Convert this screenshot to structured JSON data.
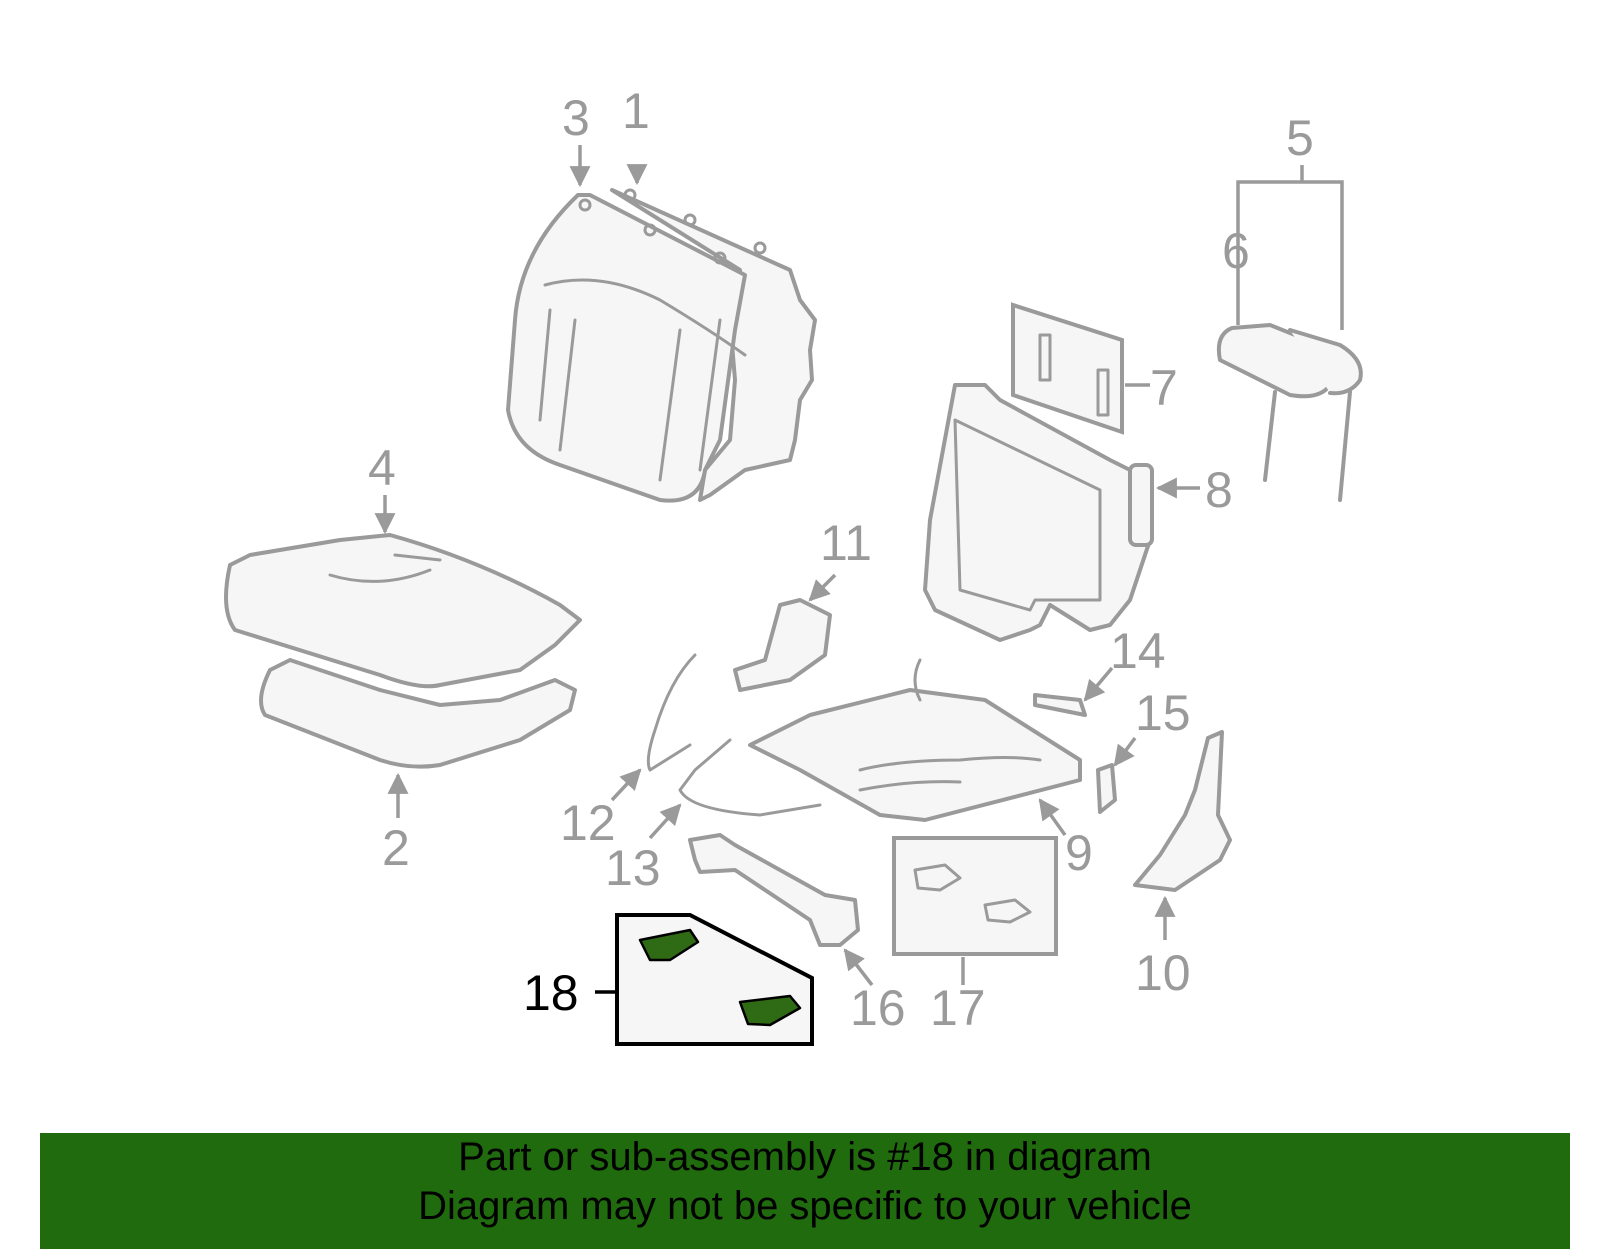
{
  "diagram": {
    "callouts": [
      {
        "id": "1",
        "label": "1"
      },
      {
        "id": "2",
        "label": "2"
      },
      {
        "id": "3",
        "label": "3"
      },
      {
        "id": "4",
        "label": "4"
      },
      {
        "id": "5",
        "label": "5"
      },
      {
        "id": "6",
        "label": "6"
      },
      {
        "id": "7",
        "label": "7"
      },
      {
        "id": "8",
        "label": "8"
      },
      {
        "id": "9",
        "label": "9"
      },
      {
        "id": "10",
        "label": "10"
      },
      {
        "id": "11",
        "label": "11"
      },
      {
        "id": "12",
        "label": "12"
      },
      {
        "id": "13",
        "label": "13"
      },
      {
        "id": "14",
        "label": "14"
      },
      {
        "id": "15",
        "label": "15"
      },
      {
        "id": "16",
        "label": "16"
      },
      {
        "id": "17",
        "label": "17"
      },
      {
        "id": "18",
        "label": "18",
        "highlighted": true
      }
    ],
    "highlight_color": "#2f6b14",
    "line_color": "#9a9a9a"
  },
  "banner": {
    "line1": "Part or sub-assembly is #18 in diagram",
    "line2": "Diagram may not be specific to your vehicle",
    "background": "#1f6b0e"
  }
}
